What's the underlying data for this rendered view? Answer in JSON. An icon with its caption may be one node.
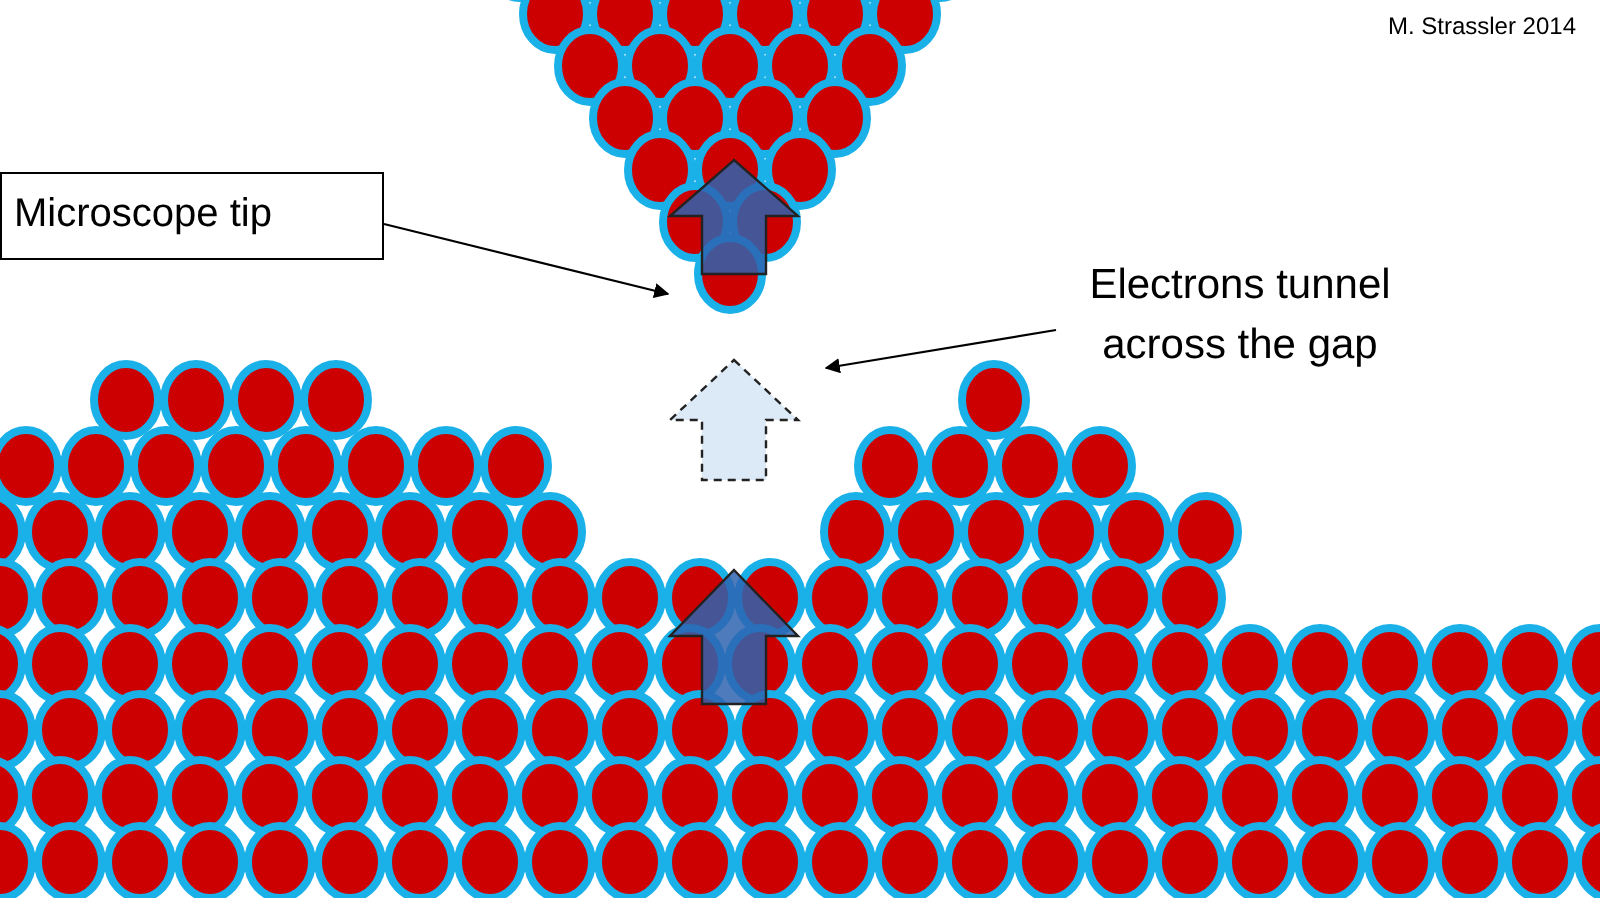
{
  "diagram": {
    "nodes": [
      {
        "text": [
          "Microscope tip"
        ]
      },
      {
        "text": [
          "Electrons tunnel across the gap"
        ]
      }
    ],
    "edges": [
      {
        "from": 0,
        "to": null,
        "arrow": "to"
      },
      {
        "from": 1,
        "to": null,
        "arrow": "to"
      }
    ],
    "labels": [
      "M. Strassler 2014"
    ]
  }
}
